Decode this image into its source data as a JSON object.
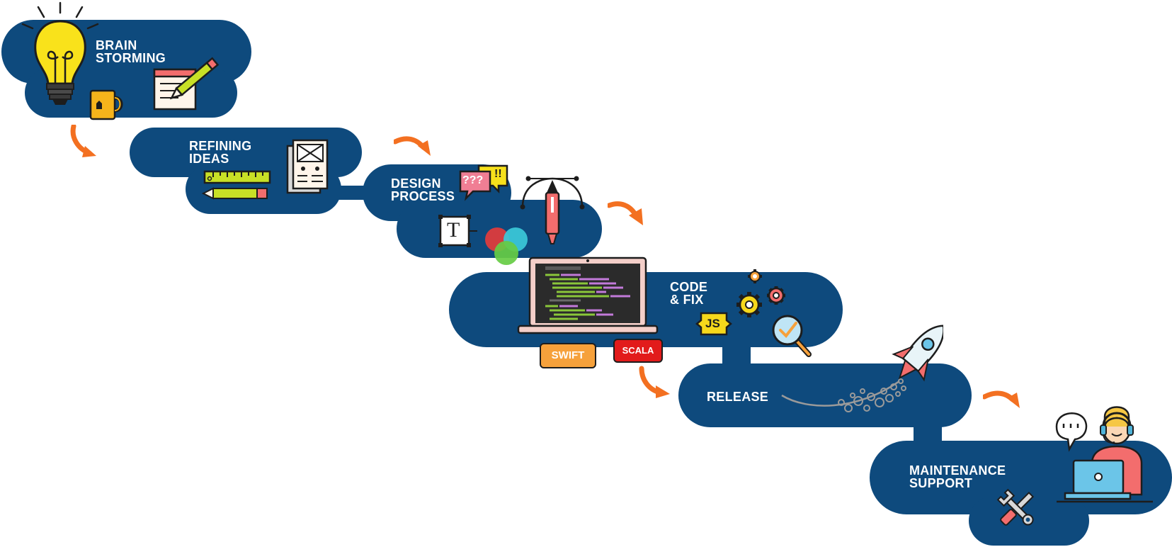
{
  "colors": {
    "band": "#0e4a7d",
    "arrow": "#f37021",
    "bulb": "#f9e21b",
    "swift": "#f6a13b",
    "scala": "#e21b1b",
    "js": "#f6d81b"
  },
  "steps": [
    {
      "label": "BRAIN\nSTORMING",
      "icons": [
        "lightbulb-icon",
        "coffee-mug-icon",
        "notepad-pencil-icon"
      ]
    },
    {
      "label": "REFINING\nIDEAS",
      "icons": [
        "ruler-icon",
        "pencil-icon",
        "wireframe-document-icon"
      ]
    },
    {
      "label": "DESIGN\nPROCESS",
      "icons": [
        "speech-bubbles-icon",
        "pen-tool-icon",
        "text-tool-icon",
        "rgb-circles-icon"
      ]
    },
    {
      "label": "CODE\n& FIX",
      "icons": [
        "laptop-code-icon",
        "gears-icon",
        "magnifier-check-icon"
      ]
    },
    {
      "label": "RELEASE",
      "icons": [
        "rocket-icon"
      ]
    },
    {
      "label": "MAINTENANCE\nSUPPORT",
      "icons": [
        "support-agent-icon",
        "wrench-screwdriver-icon"
      ]
    }
  ],
  "tags": {
    "question_marks": "???",
    "exclamation_marks": "!!",
    "text_tool_letter": "T",
    "js": "JS",
    "swift": "SWIFT",
    "scala": "SCALA"
  }
}
